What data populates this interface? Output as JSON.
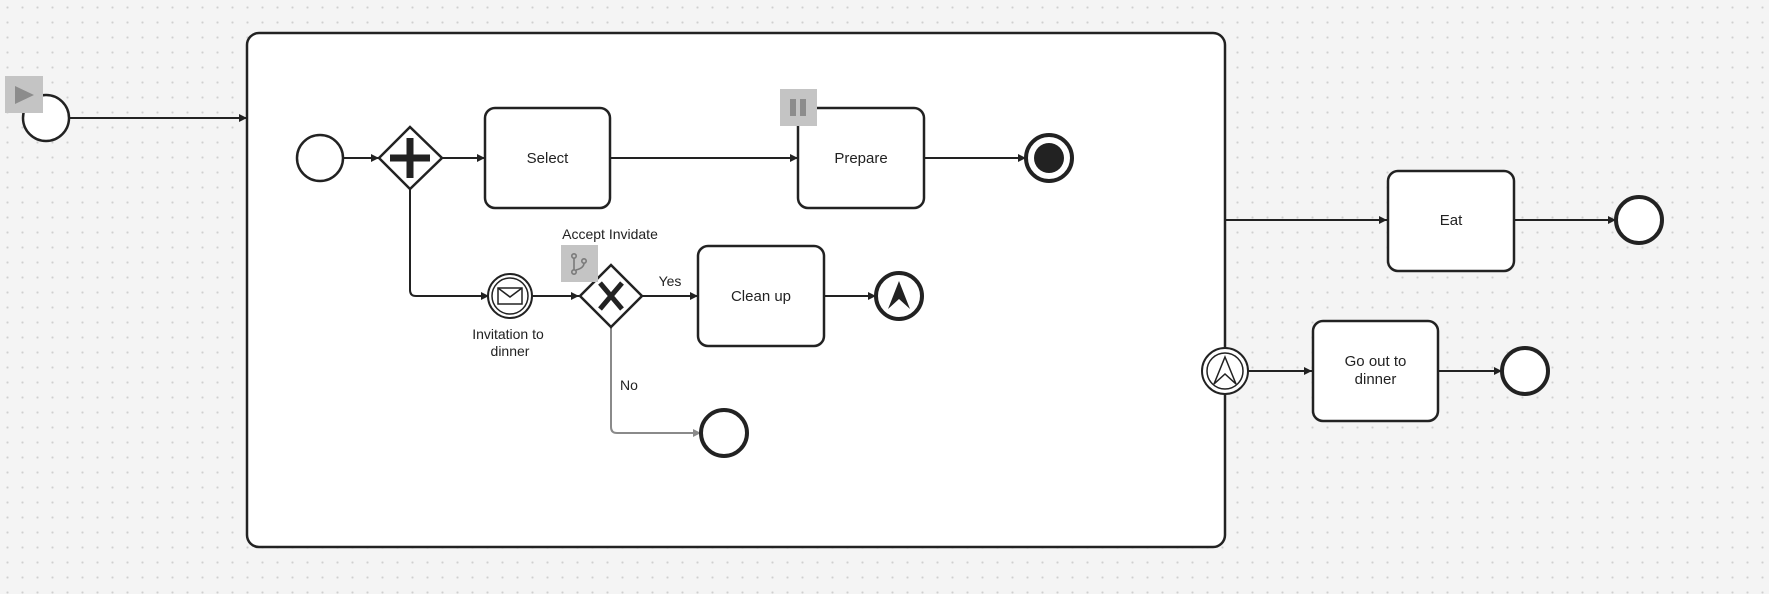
{
  "diagram": {
    "tasks": {
      "select": "Select",
      "prepare": "Prepare",
      "clean_up": "Clean up",
      "eat": "Eat",
      "go_out_line1": "Go out to",
      "go_out_line2": "dinner"
    },
    "events": {
      "message_line1": "Invitation to",
      "message_line2": "dinner"
    },
    "gateways": {
      "exclusive_label": "Accept Invidate"
    },
    "flows": {
      "yes": "Yes",
      "no": "No"
    }
  },
  "icons": [
    "play-icon",
    "pause-icon",
    "branch-icon",
    "envelope-icon",
    "escalation-icon",
    "parallel-gateway-plus-icon",
    "exclusive-gateway-x-icon"
  ],
  "colors": {
    "stroke": "#222222",
    "skipped_flow": "#8a8a8a",
    "overlay": "#c4c4c4",
    "background": "#f4f4f4"
  }
}
